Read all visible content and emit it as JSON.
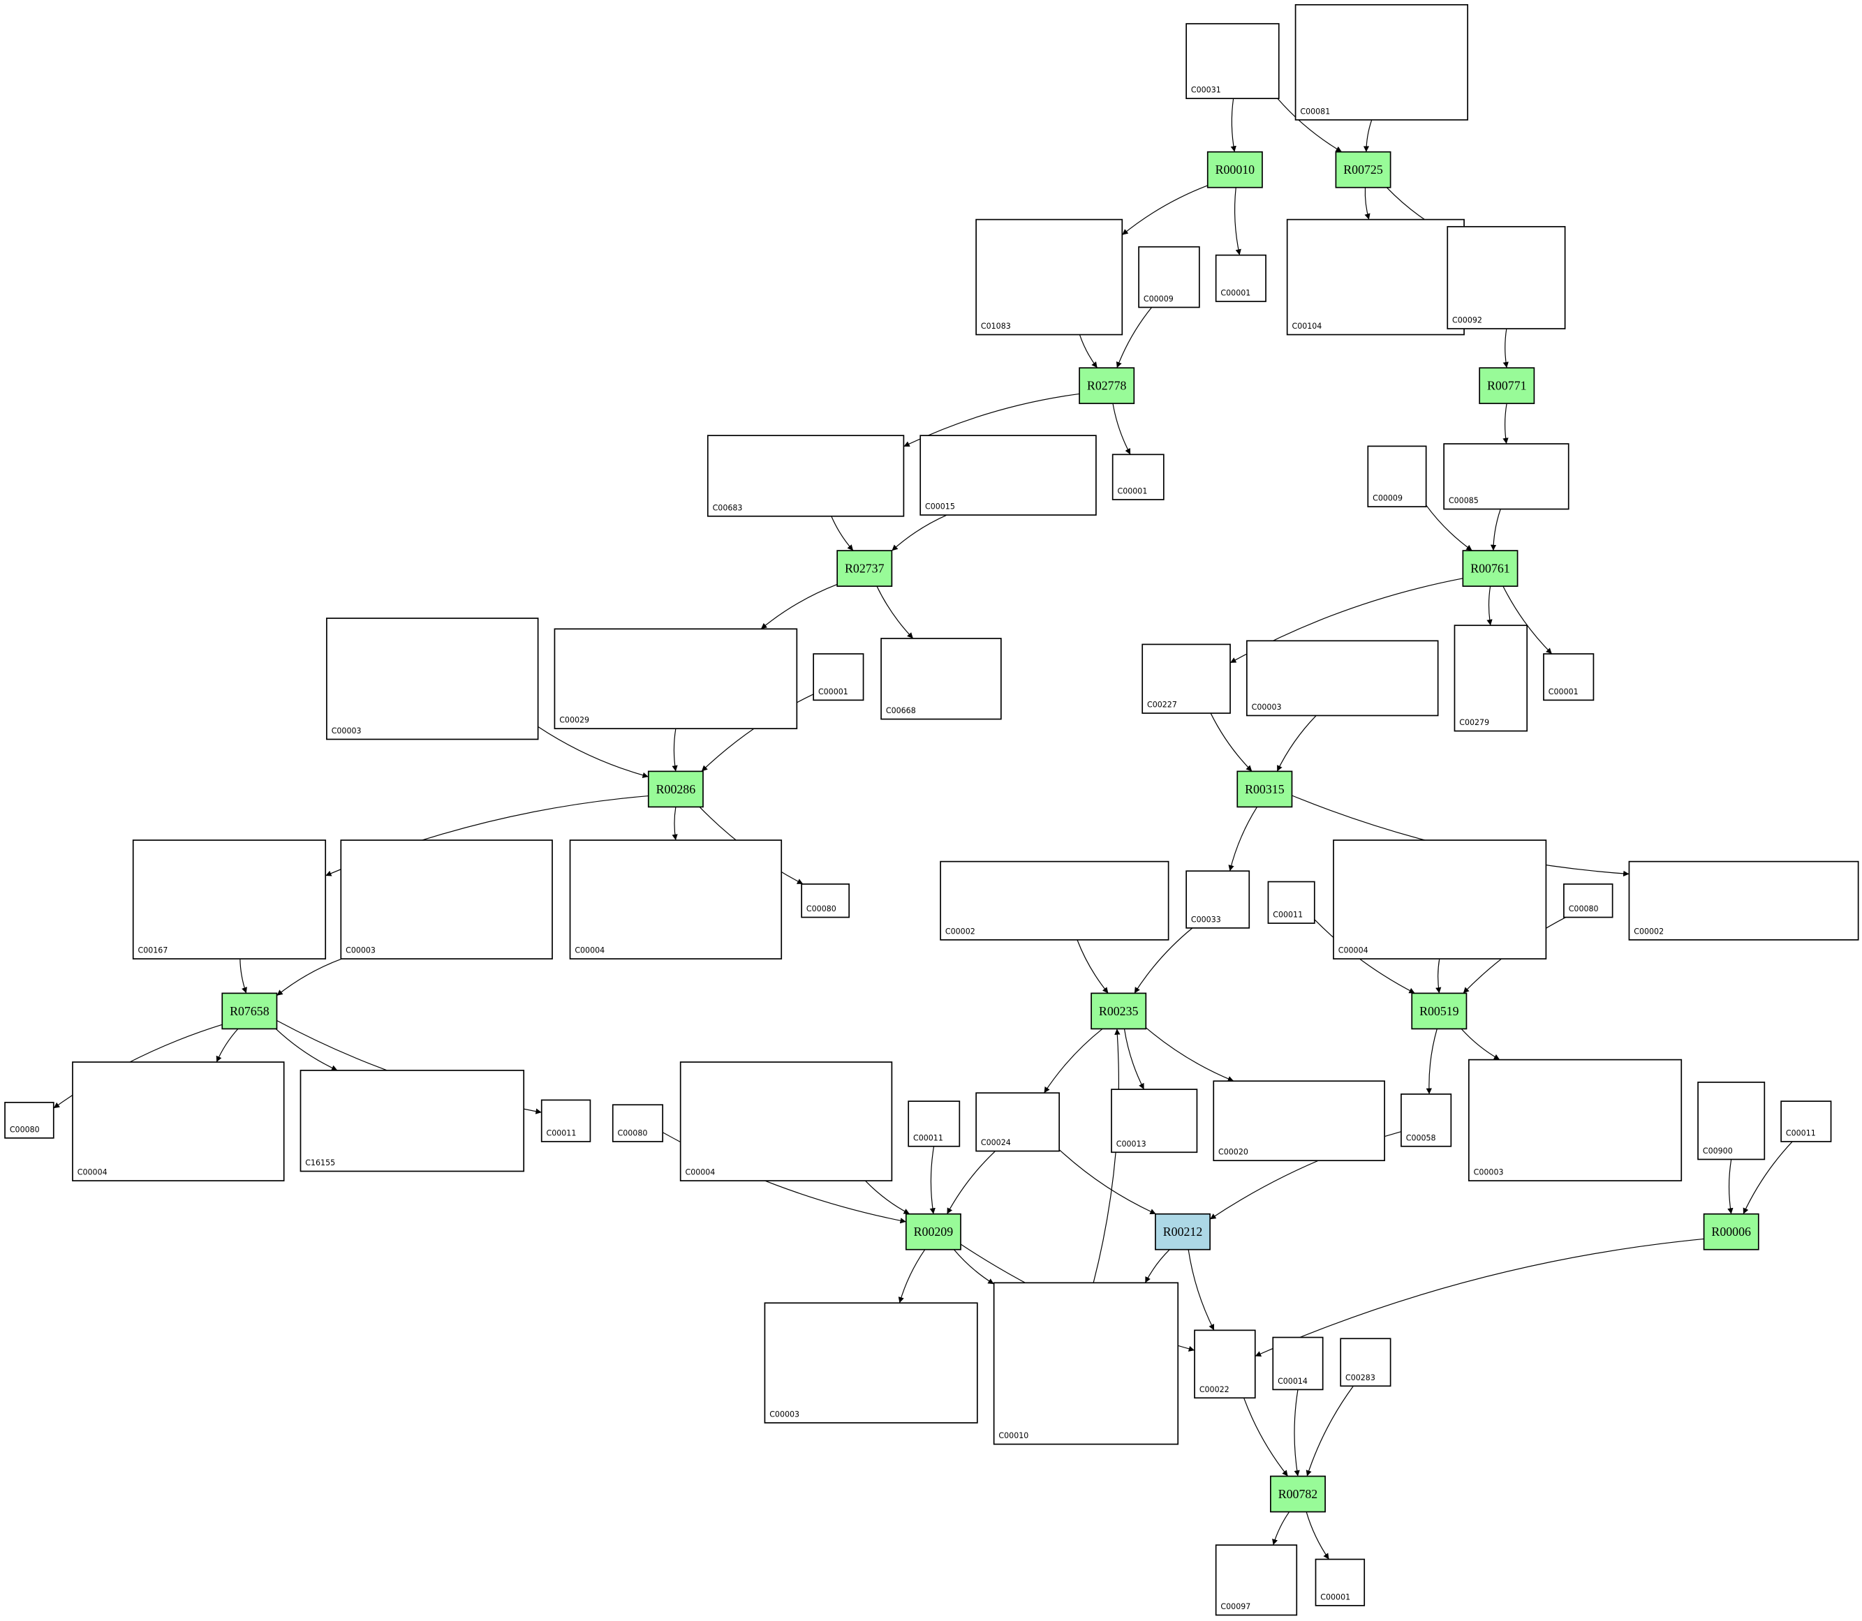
{
  "colors": {
    "reaction": "#98fb98",
    "reaction_highlight": "#add8e6",
    "compound_fill": "#ffffff",
    "stroke": "#000000"
  },
  "nodes": [
    {
      "label": "C00031",
      "type": "compound"
    },
    {
      "label": "C00081",
      "type": "compound"
    },
    {
      "label": "R00010",
      "type": "reaction"
    },
    {
      "label": "R00725",
      "type": "reaction"
    },
    {
      "label": "C01083",
      "type": "compound"
    },
    {
      "label": "C00009",
      "type": "compound"
    },
    {
      "label": "C00001",
      "type": "compound"
    },
    {
      "label": "C00104",
      "type": "compound"
    },
    {
      "label": "C00092",
      "type": "compound"
    },
    {
      "label": "R02778",
      "type": "reaction"
    },
    {
      "label": "R00771",
      "type": "reaction"
    },
    {
      "label": "C00683",
      "type": "compound"
    },
    {
      "label": "C00015",
      "type": "compound"
    },
    {
      "label": "C00001",
      "type": "compound"
    },
    {
      "label": "C00009",
      "type": "compound"
    },
    {
      "label": "C00085",
      "type": "compound"
    },
    {
      "label": "R02737",
      "type": "reaction"
    },
    {
      "label": "R00761",
      "type": "reaction"
    },
    {
      "label": "C00003",
      "type": "compound"
    },
    {
      "label": "C00029",
      "type": "compound"
    },
    {
      "label": "C00001",
      "type": "compound"
    },
    {
      "label": "C00668",
      "type": "compound"
    },
    {
      "label": "C00227",
      "type": "compound"
    },
    {
      "label": "C00003",
      "type": "compound"
    },
    {
      "label": "C00279",
      "type": "compound"
    },
    {
      "label": "C00001",
      "type": "compound"
    },
    {
      "label": "R00286",
      "type": "reaction"
    },
    {
      "label": "R00315",
      "type": "reaction"
    },
    {
      "label": "C00167",
      "type": "compound"
    },
    {
      "label": "C00003",
      "type": "compound"
    },
    {
      "label": "C00004",
      "type": "compound"
    },
    {
      "label": "C00080",
      "type": "compound"
    },
    {
      "label": "C00002",
      "type": "compound"
    },
    {
      "label": "C00033",
      "type": "compound"
    },
    {
      "label": "C00011",
      "type": "compound"
    },
    {
      "label": "C00004",
      "type": "compound"
    },
    {
      "label": "C00080",
      "type": "compound"
    },
    {
      "label": "C00002",
      "type": "compound"
    },
    {
      "label": "R07658",
      "type": "reaction"
    },
    {
      "label": "R00235",
      "type": "reaction"
    },
    {
      "label": "R00519",
      "type": "reaction"
    },
    {
      "label": "C00080",
      "type": "compound"
    },
    {
      "label": "C00004",
      "type": "compound"
    },
    {
      "label": "C16155",
      "type": "compound"
    },
    {
      "label": "C00011",
      "type": "compound"
    },
    {
      "label": "C00080",
      "type": "compound"
    },
    {
      "label": "C00004",
      "type": "compound"
    },
    {
      "label": "C00011",
      "type": "compound"
    },
    {
      "label": "C00024",
      "type": "compound"
    },
    {
      "label": "C00013",
      "type": "compound"
    },
    {
      "label": "C00020",
      "type": "compound"
    },
    {
      "label": "C00058",
      "type": "compound"
    },
    {
      "label": "C00003",
      "type": "compound"
    },
    {
      "label": "C00900",
      "type": "compound"
    },
    {
      "label": "C00011",
      "type": "compound"
    },
    {
      "label": "R00209",
      "type": "reaction"
    },
    {
      "label": "R00212",
      "type": "reaction_highlight"
    },
    {
      "label": "R00006",
      "type": "reaction"
    },
    {
      "label": "C00003",
      "type": "compound"
    },
    {
      "label": "C00010",
      "type": "compound"
    },
    {
      "label": "C00022",
      "type": "compound"
    },
    {
      "label": "C00014",
      "type": "compound"
    },
    {
      "label": "C00283",
      "type": "compound"
    },
    {
      "label": "R00782",
      "type": "reaction"
    },
    {
      "label": "C00097",
      "type": "compound"
    },
    {
      "label": "C00001",
      "type": "compound"
    }
  ],
  "edges": [
    [
      0,
      2
    ],
    [
      0,
      3
    ],
    [
      1,
      3
    ],
    [
      2,
      4
    ],
    [
      2,
      6
    ],
    [
      3,
      7
    ],
    [
      3,
      8
    ],
    [
      4,
      9
    ],
    [
      5,
      9
    ],
    [
      9,
      11
    ],
    [
      9,
      13
    ],
    [
      8,
      10
    ],
    [
      10,
      15
    ],
    [
      11,
      16
    ],
    [
      12,
      16
    ],
    [
      14,
      17
    ],
    [
      15,
      17
    ],
    [
      16,
      19
    ],
    [
      16,
      21
    ],
    [
      17,
      22
    ],
    [
      17,
      24
    ],
    [
      17,
      25
    ],
    [
      18,
      26
    ],
    [
      19,
      26
    ],
    [
      20,
      26
    ],
    [
      22,
      27
    ],
    [
      23,
      27
    ],
    [
      26,
      28
    ],
    [
      26,
      30
    ],
    [
      26,
      31
    ],
    [
      27,
      33
    ],
    [
      27,
      37
    ],
    [
      28,
      38
    ],
    [
      29,
      38
    ],
    [
      38,
      41
    ],
    [
      38,
      42
    ],
    [
      38,
      43
    ],
    [
      38,
      44
    ],
    [
      32,
      39
    ],
    [
      33,
      39
    ],
    [
      39,
      48
    ],
    [
      39,
      49
    ],
    [
      39,
      50
    ],
    [
      34,
      40
    ],
    [
      35,
      40
    ],
    [
      36,
      40
    ],
    [
      40,
      51
    ],
    [
      40,
      52
    ],
    [
      45,
      55
    ],
    [
      46,
      55
    ],
    [
      47,
      55
    ],
    [
      48,
      55
    ],
    [
      55,
      58
    ],
    [
      55,
      59
    ],
    [
      55,
      60
    ],
    [
      48,
      56
    ],
    [
      51,
      56
    ],
    [
      56,
      60
    ],
    [
      56,
      59
    ],
    [
      59,
      39
    ],
    [
      53,
      57
    ],
    [
      54,
      57
    ],
    [
      57,
      60
    ],
    [
      60,
      63
    ],
    [
      61,
      63
    ],
    [
      62,
      63
    ],
    [
      63,
      64
    ],
    [
      63,
      65
    ]
  ]
}
